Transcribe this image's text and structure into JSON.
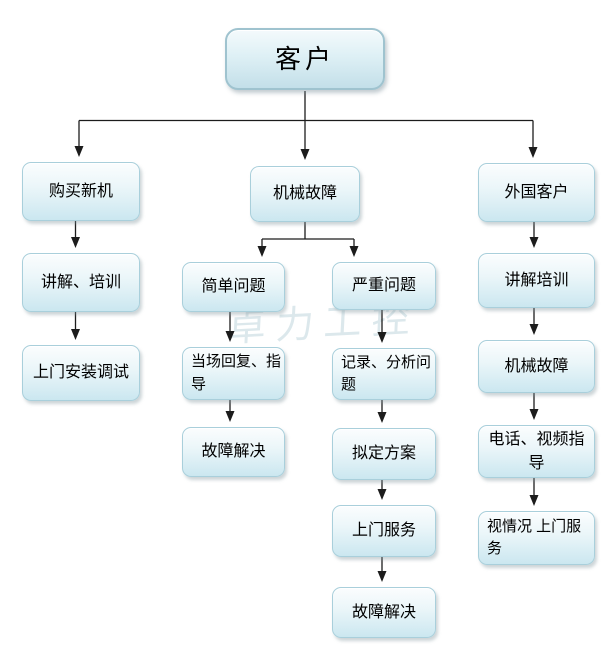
{
  "page": {
    "background": "#ffffff"
  },
  "colors": {
    "page_bg": "#ffffff",
    "text_color": "#000000",
    "arrow_color": "#1c1c1c",
    "box_top": "#fbfdfe",
    "box_bottom": "#cbe7f0",
    "box_border": "#a9cfdb",
    "customer_border": "#9fc3cf",
    "customer_bottom": "#c3dfe9",
    "watermark_color": "#dce8ec"
  },
  "watermark": {
    "text": "卓力工控"
  },
  "nodes": {
    "customer": {
      "label": "客户"
    },
    "buy_new": {
      "label": "购买新机"
    },
    "explain_train1": {
      "label": "讲解、培训"
    },
    "onsite_install": {
      "label": "上门安装调试"
    },
    "mech_fault1": {
      "label": "机械故障"
    },
    "simple_problem": {
      "label": "简单问题"
    },
    "onspot_reply": {
      "label": "当场回复、指导"
    },
    "fault_solved1": {
      "label": "故障解决"
    },
    "serious_problem": {
      "label": "严重问题"
    },
    "record_analyze": {
      "label": "记录、分析问题"
    },
    "draft_plan": {
      "label": "拟定方案"
    },
    "onsite_service": {
      "label": "上门服务"
    },
    "fault_solved2": {
      "label": "故障解决"
    },
    "foreign_customer": {
      "label": "外国客户"
    },
    "explain_train2": {
      "label": "讲解培训"
    },
    "mech_fault2": {
      "label": "机械故障"
    },
    "phone_video": {
      "label": "电话、视频指导"
    },
    "onsite_depends": {
      "label": "视情况 上门服务"
    }
  },
  "connections": [
    {
      "from": "客户",
      "to": "购买新机"
    },
    {
      "from": "客户",
      "to": "机械故障"
    },
    {
      "from": "客户",
      "to": "外国客户"
    },
    {
      "from": "购买新机",
      "to": "讲解、培训"
    },
    {
      "from": "讲解、培训",
      "to": "上门安装调试"
    },
    {
      "from": "机械故障",
      "to": "简单问题"
    },
    {
      "from": "机械故障",
      "to": "严重问题"
    },
    {
      "from": "简单问题",
      "to": "当场回复、指导"
    },
    {
      "from": "当场回复、指导",
      "to": "故障解决"
    },
    {
      "from": "严重问题",
      "to": "记录、分析问题"
    },
    {
      "from": "记录、分析问题",
      "to": "拟定方案"
    },
    {
      "from": "拟定方案",
      "to": "上门服务"
    },
    {
      "from": "上门服务",
      "to": "故障解决"
    },
    {
      "from": "外国客户",
      "to": "讲解培训"
    },
    {
      "from": "讲解培训",
      "to": "机械故障"
    },
    {
      "from": "机械故障",
      "to": "电话、视频指导"
    },
    {
      "from": "电话、视频指导",
      "to": "视情况 上门服务"
    }
  ]
}
